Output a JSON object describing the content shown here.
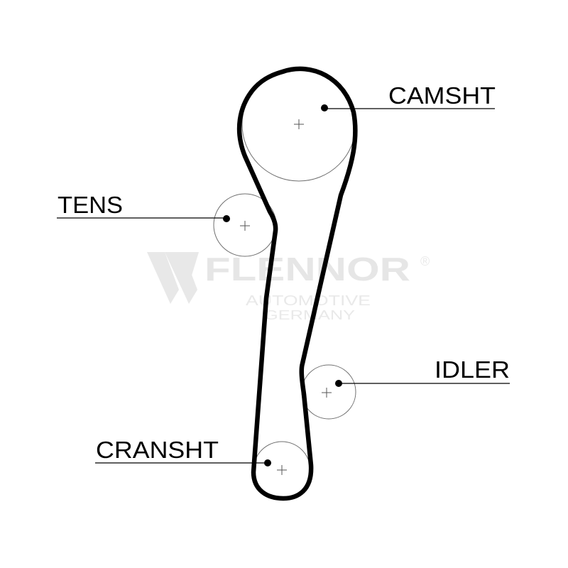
{
  "watermark": {
    "brand": "FLENNOR",
    "registered_mark": "®",
    "line1": "AUTOMOTIVE",
    "line2": "GERMANY"
  },
  "callouts": {
    "camshaft": "CAMSHT",
    "tensioner": "TENS",
    "idler": "IDLER",
    "crankshaft": "CRANSHT"
  },
  "colors": {
    "belt": "#000000",
    "pulley_outline": "#6f6f6f",
    "watermark": "#e6e6e6"
  }
}
